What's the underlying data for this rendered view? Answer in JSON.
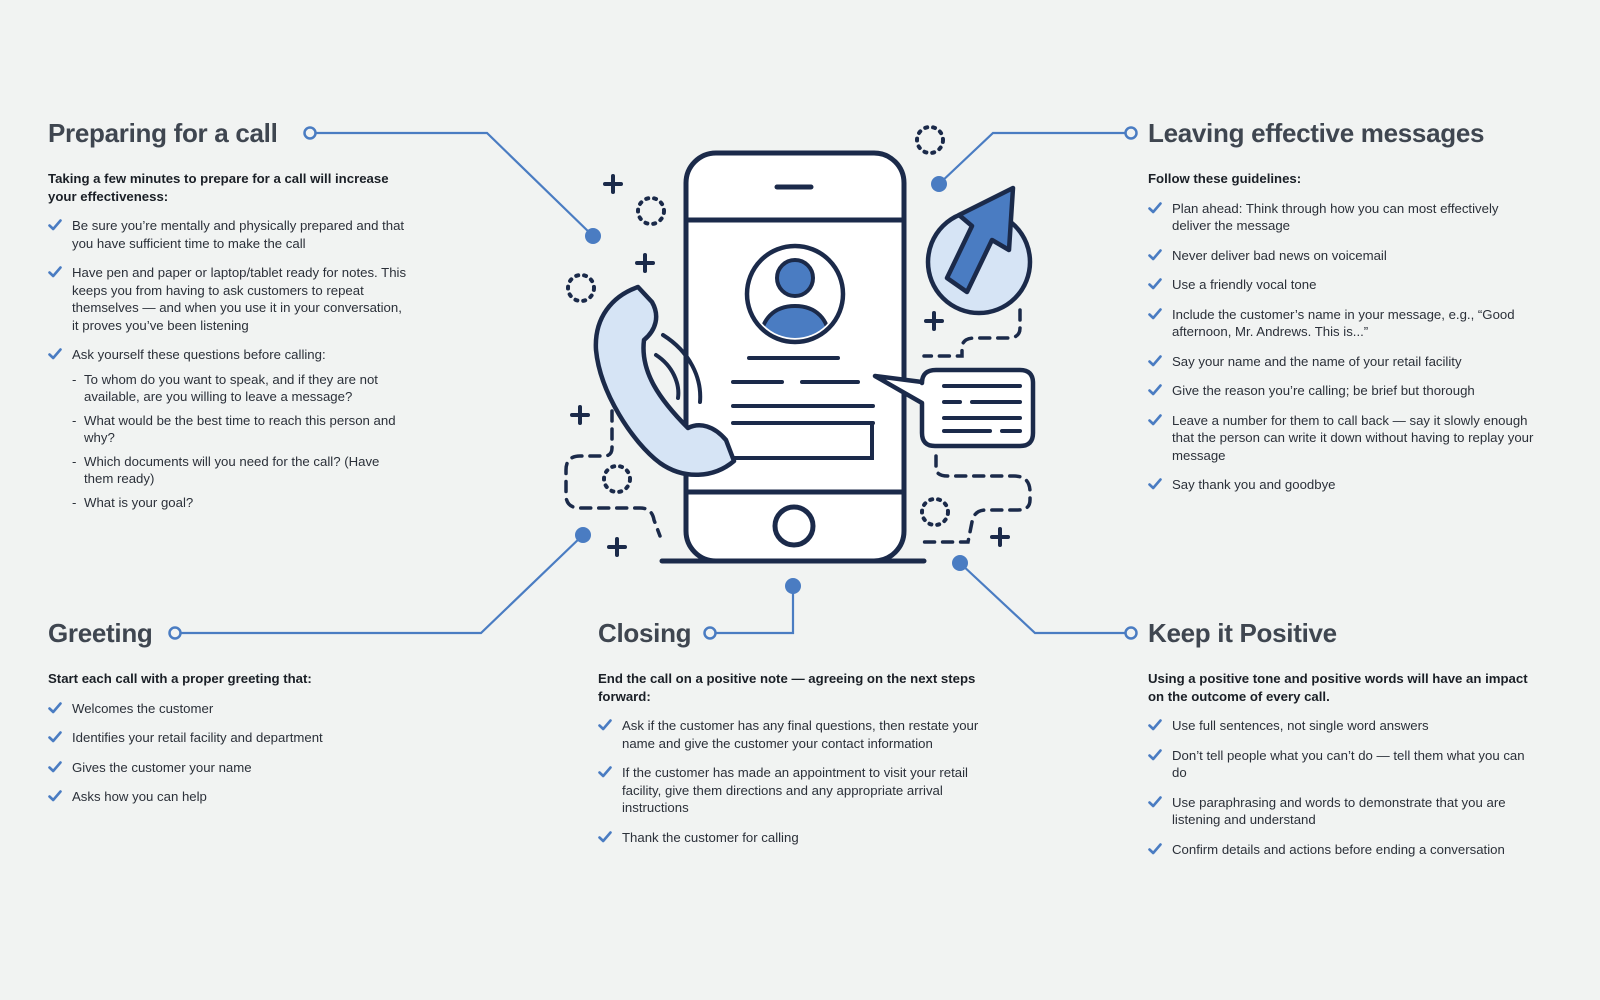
{
  "colors": {
    "accent": "#4a7cc2",
    "navy": "#1b2a4a",
    "light_blue": "#d6e4f5",
    "background": "#f1f3f2"
  },
  "icons": [
    "check-icon",
    "smartphone-icon",
    "contact-avatar-icon",
    "phone-handset-icon",
    "arrow-up-icon",
    "speech-bubble-icon"
  ],
  "sections": {
    "preparing": {
      "title": "Preparing for a call",
      "intro": "Taking a few minutes to prepare for a call will increase your effectiveness:",
      "items": [
        "Be sure you’re mentally and physically prepared and that you have sufficient time to make the call",
        "Have pen and paper or laptop/tablet ready for notes. This keeps you from having to ask customers to repeat themselves — and when you use it in your conversation, it proves you’ve been listening",
        "Ask yourself these questions before calling:"
      ],
      "subitems": [
        "To whom do you want to speak, and if they are not available, are you willing to leave a message?",
        "What would be the best time to reach this person and why?",
        "Which documents will you need for the call? (Have them ready)",
        "What is your goal?"
      ]
    },
    "messages": {
      "title": "Leaving effective messages",
      "intro": "Follow these guidelines:",
      "items": [
        "Plan ahead: Think through how you can most effectively deliver the message",
        "Never deliver bad news on voicemail",
        "Use a friendly vocal tone",
        "Include the customer’s name in your message, e.g., “Good afternoon, Mr. Andrews. This is...”",
        "Say your name and the name of your retail facility",
        "Give the reason you’re calling; be brief but thorough",
        "Leave a number for them to call back — say it slowly enough that the person can write it down without having to replay your message",
        "Say thank you and goodbye"
      ]
    },
    "greeting": {
      "title": "Greeting",
      "intro": "Start each call with a proper greeting that:",
      "items": [
        "Welcomes the customer",
        "Identifies your retail facility and department",
        "Gives the customer your name",
        "Asks how you can help"
      ]
    },
    "closing": {
      "title": "Closing",
      "intro": "End the call on a positive note — agreeing on the next steps forward:",
      "items": [
        "Ask if the customer has any final questions, then restate your name and give the customer your contact information",
        "If the customer has made an appointment to visit your retail facility, give them directions and any appropriate arrival instructions",
        "Thank the customer for calling"
      ]
    },
    "positive": {
      "title": "Keep it Positive",
      "intro": "Using a positive tone and positive words will have an impact on the outcome of every call.",
      "items": [
        "Use full sentences, not single word answers",
        "Don’t tell people what you can’t do — tell them what you can do",
        "Use paraphrasing and words to demonstrate that you are listening and understand",
        "Confirm details and actions before ending a conversation"
      ]
    }
  }
}
